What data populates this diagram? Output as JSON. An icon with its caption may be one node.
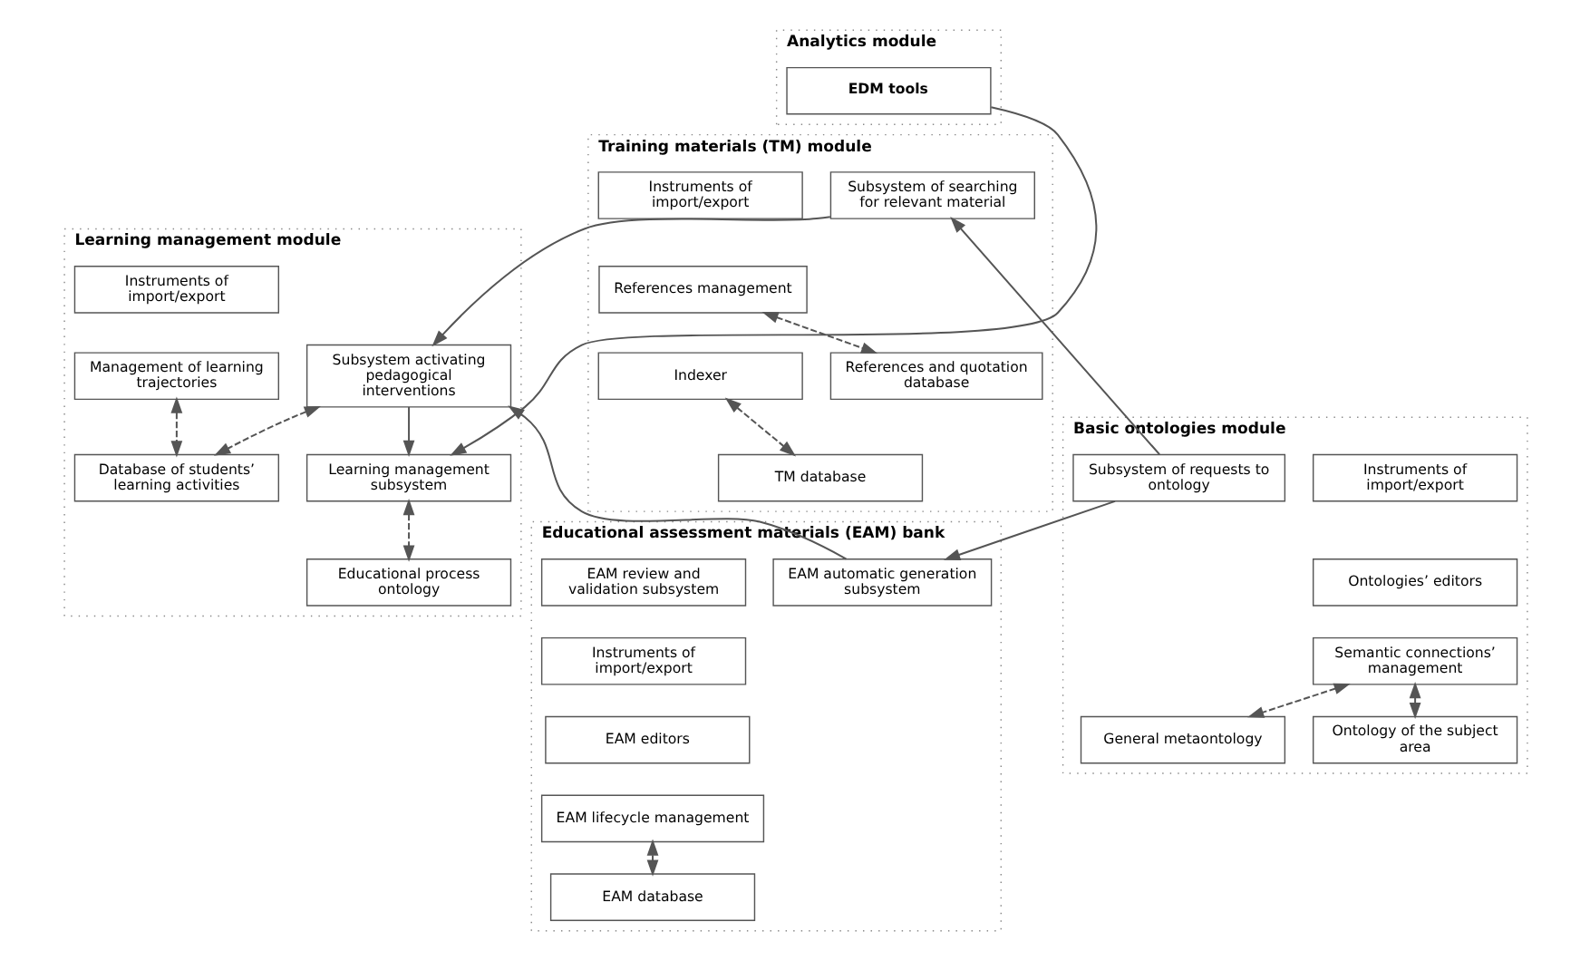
{
  "diagram": {
    "nodes": [
      {
        "text": [
          "Analytics module"
        ]
      },
      {
        "text": [
          "EDM tools"
        ],
        "in": 0
      },
      {
        "text": [
          "Learning management module"
        ]
      },
      {
        "text": [
          "Learning management subsystem"
        ],
        "in": 2
      },
      {
        "text": [
          "Educational process ontology"
        ],
        "in": 2
      },
      {
        "text": [
          "Instruments of import/export"
        ],
        "in": 2
      },
      {
        "text": [
          "Management of learning trajectories"
        ],
        "in": 2
      },
      {
        "text": [
          "Subsystem activating pedagogical interventions"
        ],
        "in": 2
      },
      {
        "text": [
          "Database of students’ learning activities"
        ],
        "in": 2
      },
      {
        "text": [
          "Training materials (TM) module"
        ]
      },
      {
        "text": [
          "Instruments of import/export"
        ],
        "in": 9
      },
      {
        "text": [
          "References management"
        ],
        "in": 9
      },
      {
        "text": [
          "Indexer"
        ],
        "in": 9
      },
      {
        "text": [
          "Subsystem of searching for relevant material"
        ],
        "in": 9
      },
      {
        "text": [
          "TM database"
        ],
        "in": 9
      },
      {
        "text": [
          "References and quotation database"
        ],
        "in": 9
      },
      {
        "text": [
          "Basic ontologies module"
        ]
      },
      {
        "text": [
          "Instruments of import/export"
        ],
        "in": 16
      },
      {
        "text": [
          "Ontologies’ editors"
        ],
        "in": 16
      },
      {
        "text": [
          "Semantic connections’ management"
        ],
        "in": 16
      },
      {
        "text": [
          "Subsystem of requests to ontology"
        ],
        "in": 16
      },
      {
        "text": [
          "General metaontology"
        ],
        "in": 16
      },
      {
        "text": [
          "Ontology of the subject area"
        ],
        "in": 16
      },
      {
        "text": [
          "Educational assessment materials (EAM) bank"
        ]
      },
      {
        "text": [
          "EAM automatic generation subsystem"
        ],
        "in": 23
      },
      {
        "text": [
          "EAM review and validation subsystem"
        ],
        "in": 23
      },
      {
        "text": [
          "Instruments of import/export"
        ],
        "in": 23
      },
      {
        "text": [
          "EAM editors"
        ],
        "in": 23
      },
      {
        "text": [
          "EAM lifecycle management"
        ],
        "in": 23
      },
      {
        "text": [
          "EAM database"
        ],
        "in": 23
      }
    ],
    "edges": [
      {
        "from": 1,
        "to": 3,
        "arrow": "to"
      },
      {
        "from": 3,
        "to": 4,
        "arrow": "both",
        "style": "dashed"
      },
      {
        "from": 7,
        "to": 3,
        "arrow": "to"
      },
      {
        "from": 13,
        "to": 7,
        "arrow": "to"
      },
      {
        "from": 6,
        "to": 8,
        "arrow": "both",
        "style": "dashed"
      },
      {
        "from": 7,
        "to": 8,
        "arrow": "both",
        "style": "dashed"
      },
      {
        "from": 11,
        "to": 15,
        "arrow": "both",
        "style": "dashed"
      },
      {
        "from": 12,
        "to": 14,
        "arrow": "both",
        "style": "dashed"
      },
      {
        "from": 20,
        "to": 13,
        "arrow": "to"
      },
      {
        "from": 20,
        "to": 24,
        "arrow": "to"
      },
      {
        "from": 24,
        "to": 7,
        "arrow": "to"
      },
      {
        "from": 19,
        "to": 21,
        "arrow": "both",
        "style": "dashed"
      },
      {
        "from": 19,
        "to": 22,
        "arrow": "both",
        "style": "dashed"
      },
      {
        "from": 28,
        "to": 29,
        "arrow": "both",
        "style": "dashed"
      }
    ]
  }
}
